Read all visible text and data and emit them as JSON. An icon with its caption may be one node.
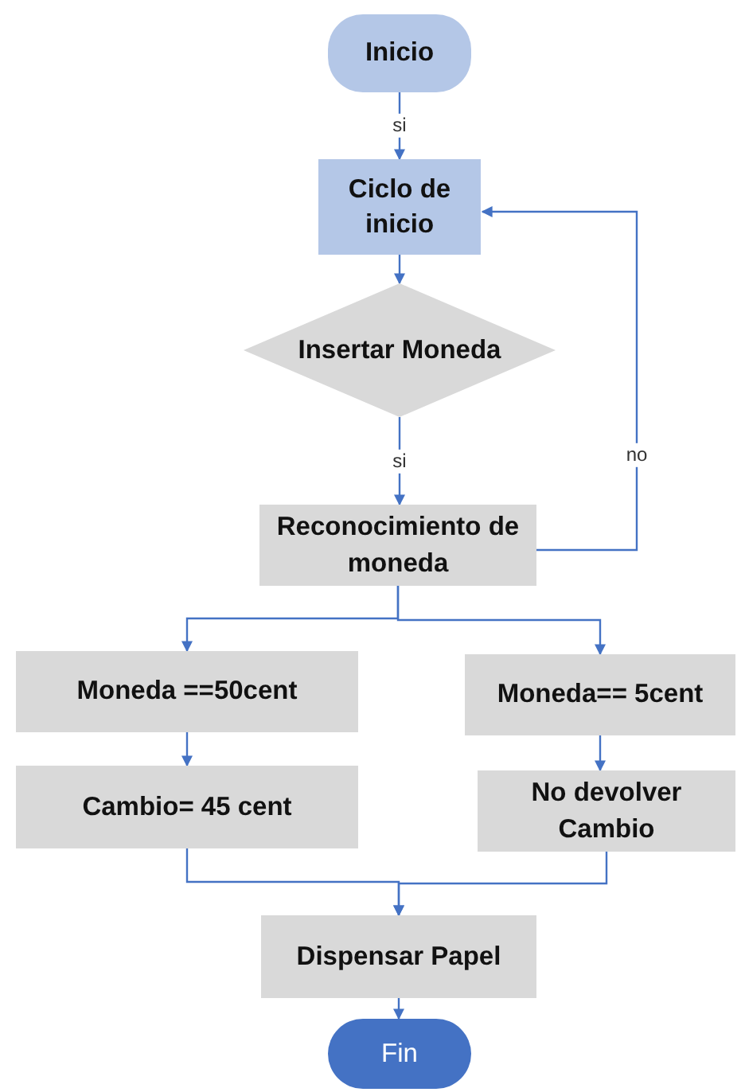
{
  "diagram": {
    "nodes": [
      {
        "text": [
          "Inicio"
        ]
      },
      {
        "text": [
          "Ciclo de inicio"
        ]
      },
      {
        "text": [
          "Insertar Moneda"
        ]
      },
      {
        "text": [
          "Reconocimiento de moneda"
        ]
      },
      {
        "text": [
          "Moneda ==50cent"
        ]
      },
      {
        "text": [
          "Moneda== 5cent"
        ]
      },
      {
        "text": [
          "Cambio= 45 cent"
        ]
      },
      {
        "text": [
          "No devolver Cambio"
        ]
      },
      {
        "text": [
          "Dispensar Papel"
        ]
      },
      {
        "text": [
          "Fin"
        ]
      }
    ],
    "edges": [
      {
        "from": 0,
        "to": 1,
        "arrow": "to",
        "label": "si"
      },
      {
        "from": 1,
        "to": 2,
        "arrow": "to"
      },
      {
        "from": 2,
        "to": 3,
        "arrow": "to",
        "label": "si"
      },
      {
        "from": 3,
        "to": 1,
        "arrow": "to",
        "label": "no"
      },
      {
        "from": 3,
        "to": 4,
        "arrow": "to"
      },
      {
        "from": 3,
        "to": 5,
        "arrow": "to"
      },
      {
        "from": 4,
        "to": 6,
        "arrow": "to"
      },
      {
        "from": 5,
        "to": 7,
        "arrow": "to"
      },
      {
        "from": 6,
        "to": 8,
        "arrow": "to"
      },
      {
        "from": 7,
        "to": 8,
        "arrow": "to"
      },
      {
        "from": 8,
        "to": 9,
        "arrow": "to"
      }
    ]
  }
}
